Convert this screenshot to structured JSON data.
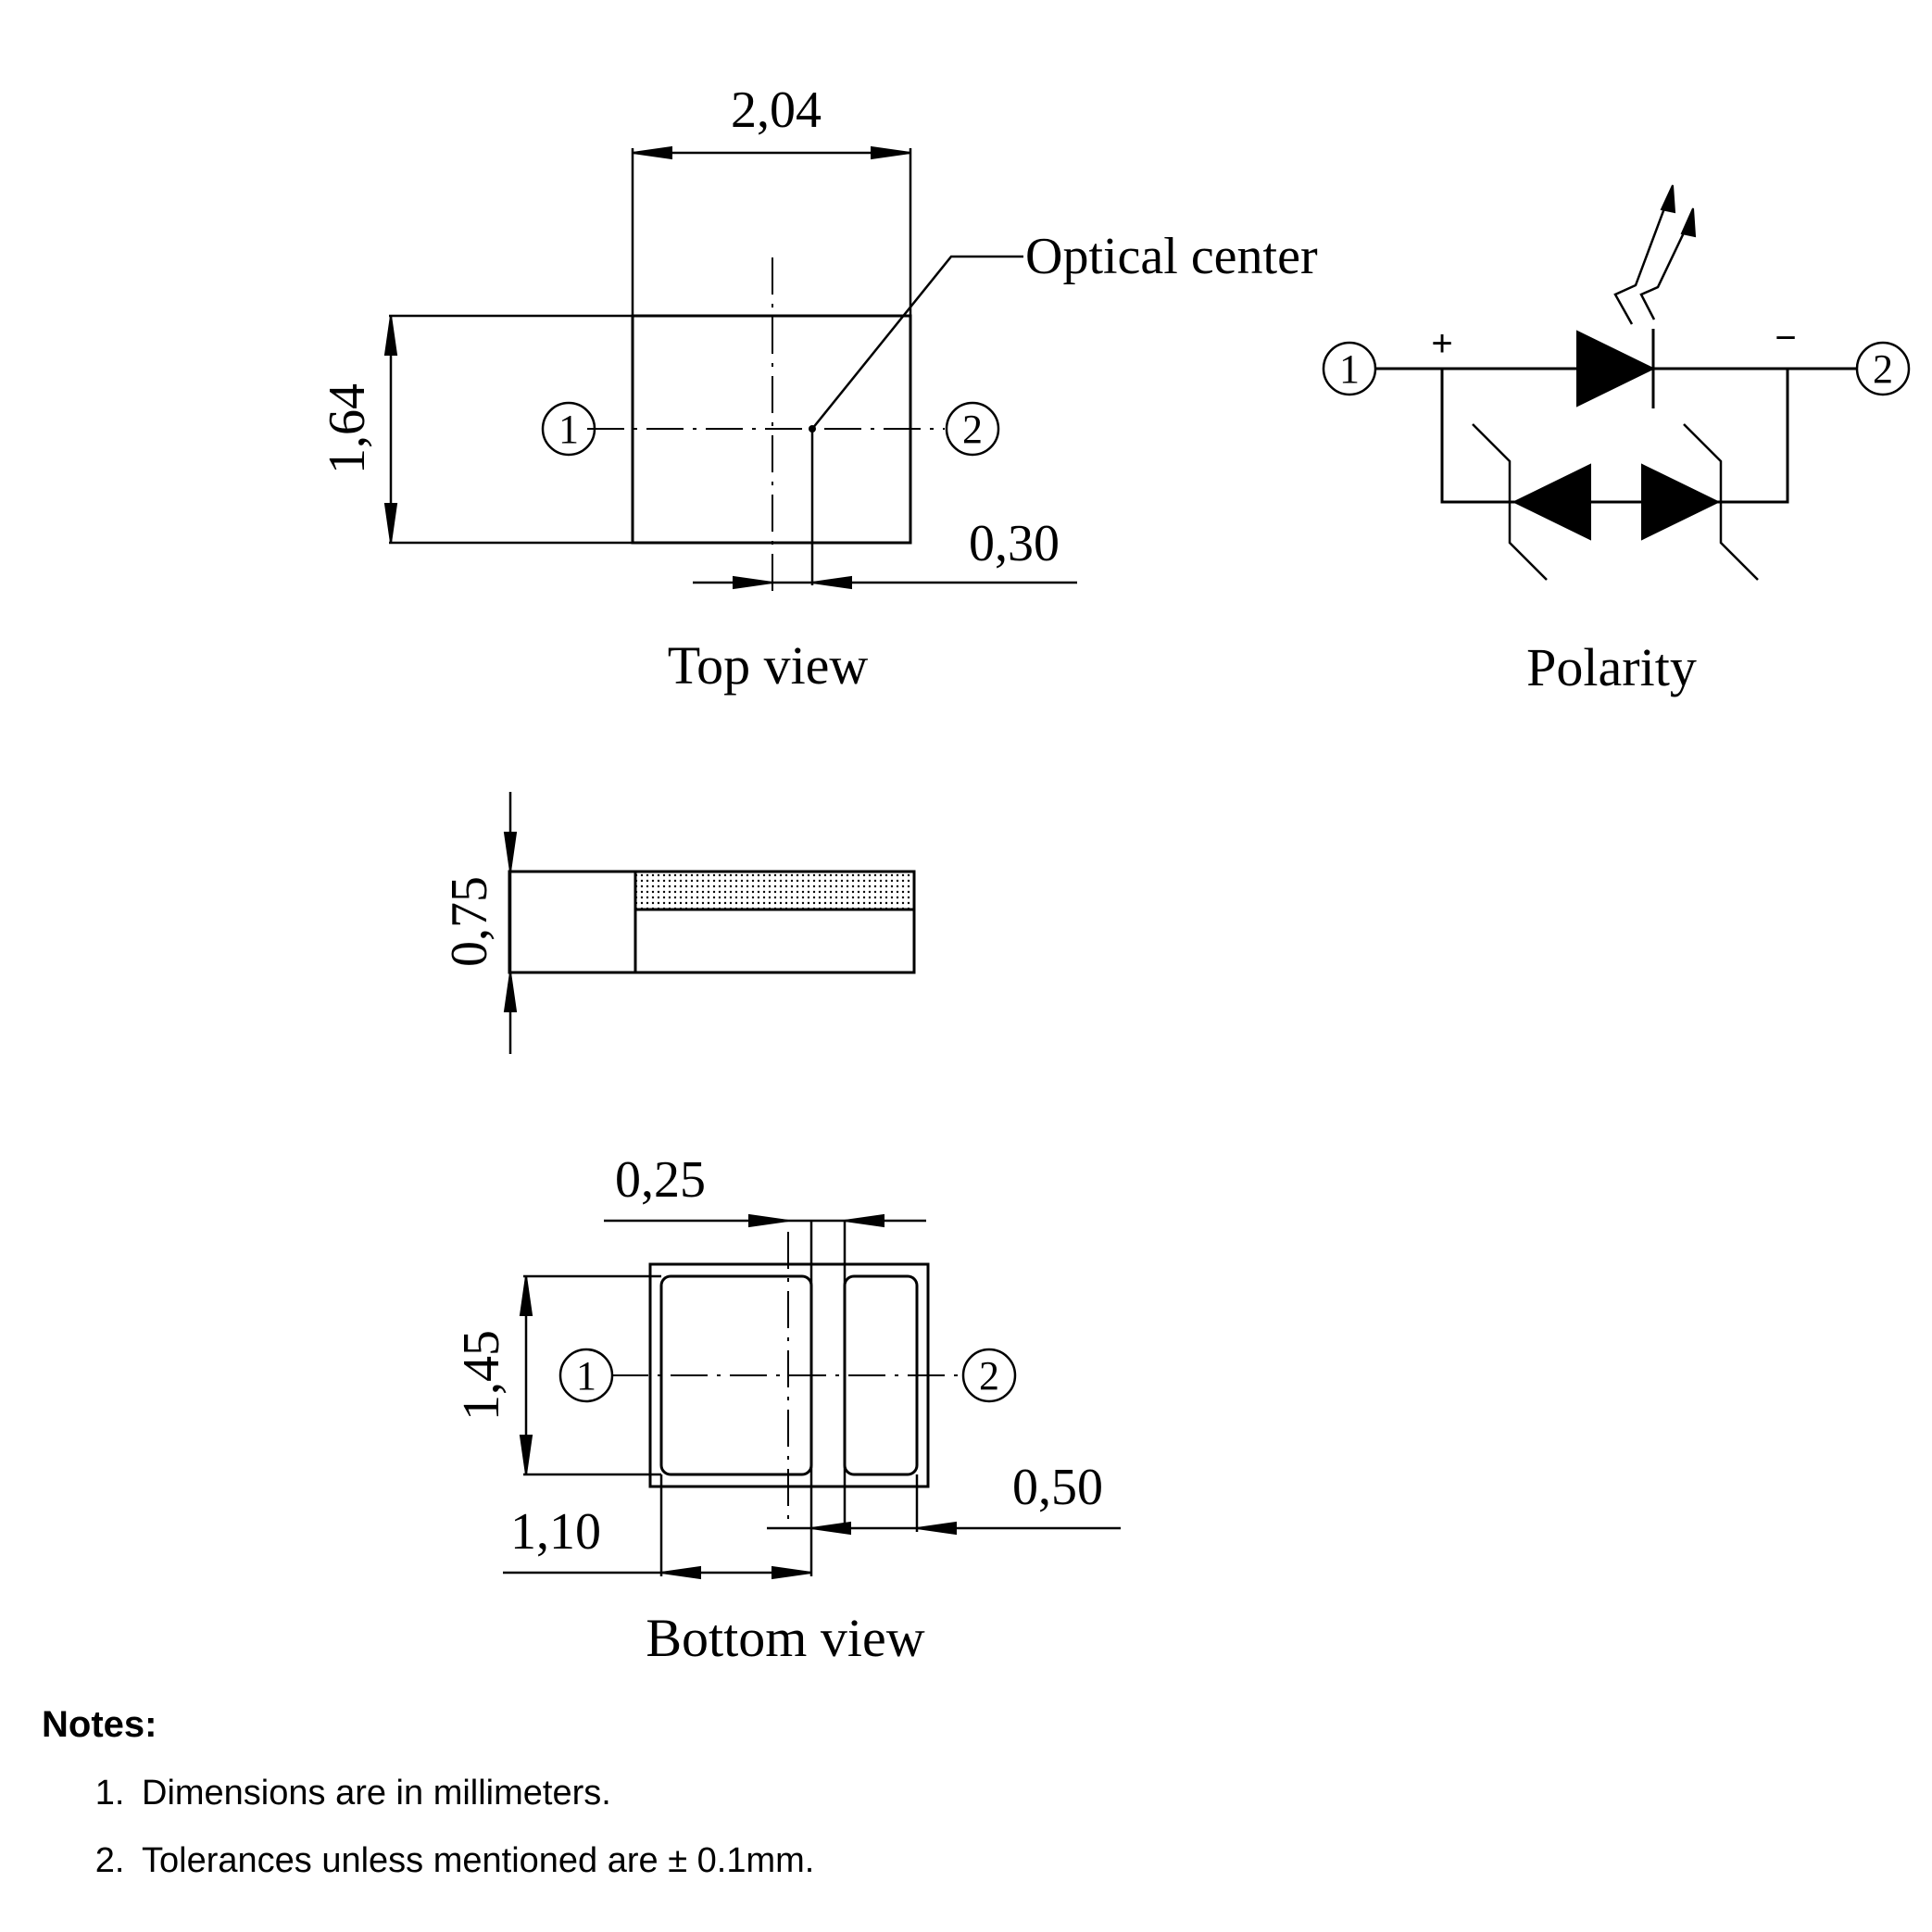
{
  "top_view": {
    "width_dim": "2,04",
    "height_dim": "1,64",
    "offset_dim": "0,30",
    "optical_center_label": "Optical center",
    "pin1": "1",
    "pin2": "2",
    "caption": "Top view"
  },
  "side_view": {
    "height_dim": "0,75"
  },
  "bottom_view": {
    "gap_dim": "0,25",
    "height_dim": "1,45",
    "pad_dim": "1,10",
    "offset_dim": "0,50",
    "pin1": "1",
    "pin2": "2",
    "caption": "Bottom view"
  },
  "polarity": {
    "pin1": "1",
    "pin2": "2",
    "plus": "+",
    "minus": "−",
    "caption": "Polarity"
  },
  "notes": {
    "title": "Notes:",
    "items": [
      "Dimensions are in millimeters.",
      "Tolerances unless mentioned are ± 0.1mm."
    ]
  }
}
